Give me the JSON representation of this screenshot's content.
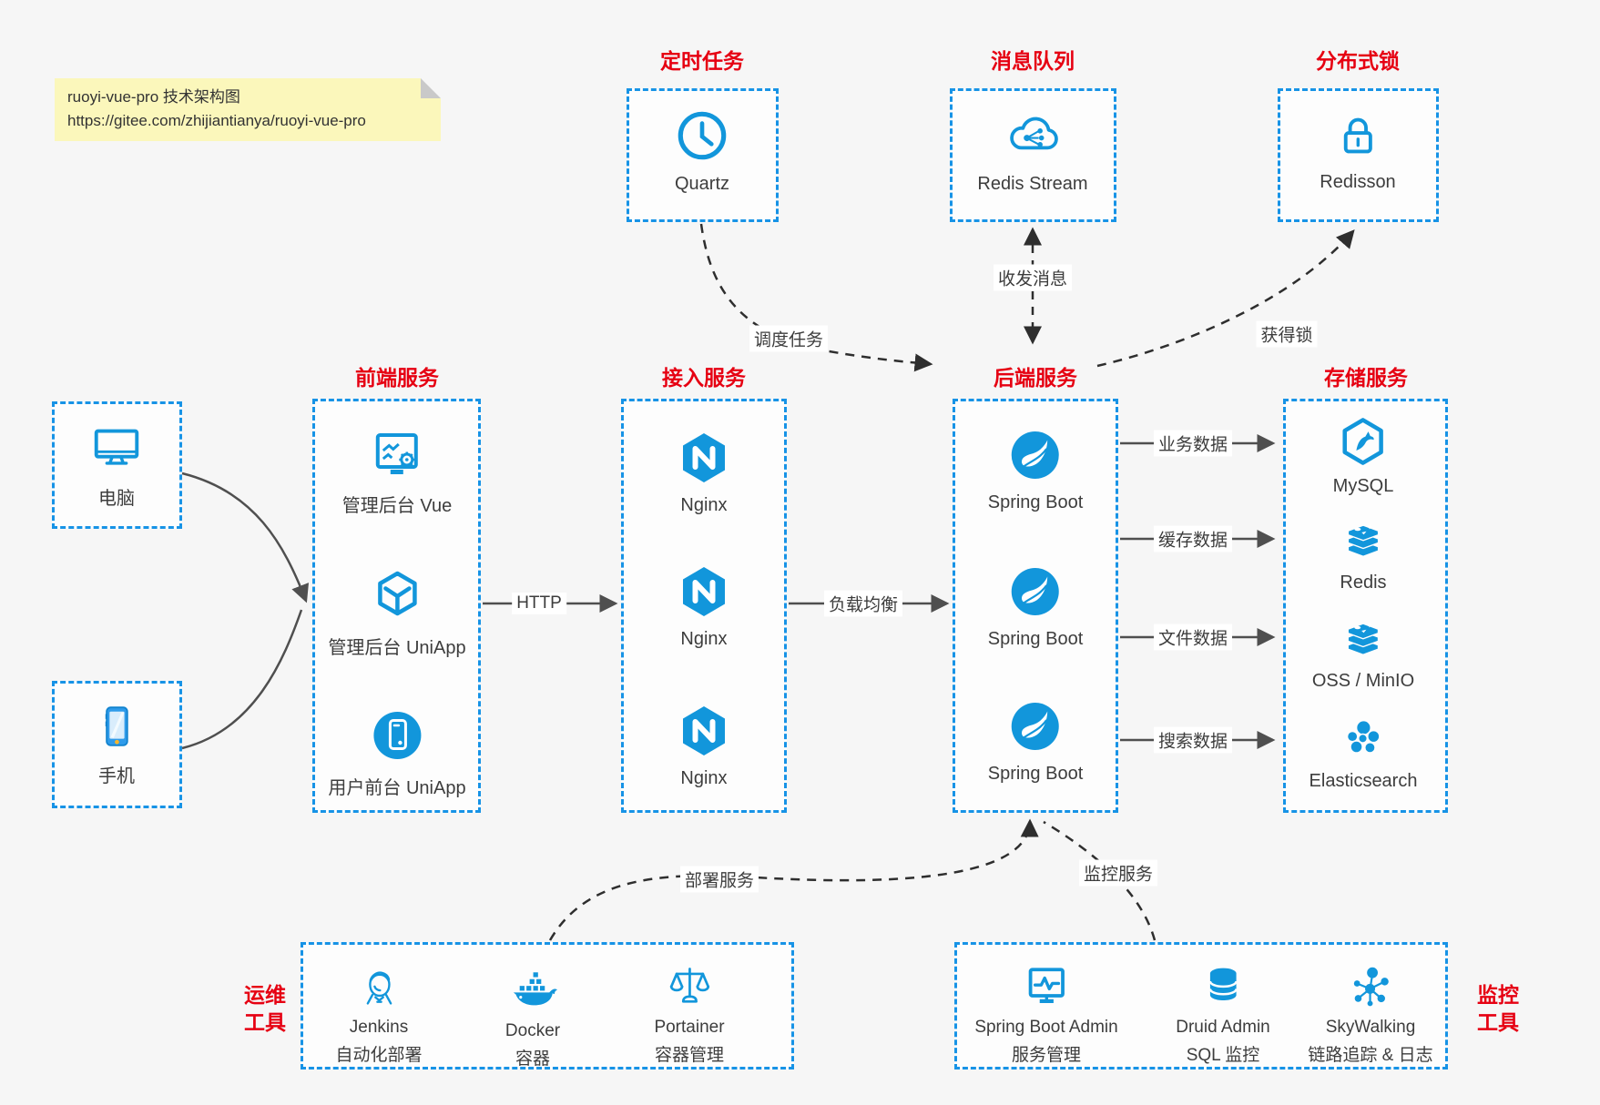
{
  "page": {
    "background": "#f6f6f6"
  },
  "colors": {
    "box_border_blue": "#1793e6",
    "icon_blue": "#1296db",
    "title_red": "#e60012",
    "solid_arrow": "#4f4f4f",
    "dashed_arrow": "#2e2e2e",
    "note_bg": "#fbf7bb",
    "text": "#3d3d3d",
    "phone_body": "#2f9bea",
    "phone_home_dot": "#f7b52c"
  },
  "note": {
    "line1": "ruoyi-vue-pro 技术架构图",
    "line2": "https://gitee.com/zhijiantianya/ruoyi-vue-pro"
  },
  "top_groups": [
    {
      "title": "定时任务",
      "node": {
        "label": "Quartz",
        "icon": "clock-icon"
      }
    },
    {
      "title": "消息队列",
      "node": {
        "label": "Redis Stream",
        "icon": "cloud-share-icon"
      }
    },
    {
      "title": "分布式锁",
      "node": {
        "label": "Redisson",
        "icon": "lock-icon"
      }
    }
  ],
  "clients": [
    {
      "label": "电脑",
      "icon": "desktop-icon"
    },
    {
      "label": "手机",
      "icon": "smartphone-icon"
    }
  ],
  "service_columns": [
    {
      "title": "前端服务",
      "items": [
        {
          "label": "管理后台 Vue",
          "icon": "admin-dashboard-icon"
        },
        {
          "label": "管理后台 UniApp",
          "icon": "cube-icon"
        },
        {
          "label": "用户前台 UniApp",
          "icon": "mobile-app-icon"
        }
      ]
    },
    {
      "title": "接入服务",
      "items": [
        {
          "label": "Nginx",
          "icon": "nginx-icon"
        },
        {
          "label": "Nginx",
          "icon": "nginx-icon"
        },
        {
          "label": "Nginx",
          "icon": "nginx-icon"
        }
      ]
    },
    {
      "title": "后端服务",
      "items": [
        {
          "label": "Spring Boot",
          "icon": "spring-boot-icon"
        },
        {
          "label": "Spring Boot",
          "icon": "spring-boot-icon"
        },
        {
          "label": "Spring Boot",
          "icon": "spring-boot-icon"
        }
      ]
    },
    {
      "title": "存储服务",
      "items": [
        {
          "label": "MySQL",
          "icon": "mysql-icon"
        },
        {
          "label": "Redis",
          "icon": "redis-icon"
        },
        {
          "label": "OSS / MinIO",
          "icon": "oss-minio-icon"
        },
        {
          "label": "Elasticsearch",
          "icon": "elasticsearch-icon"
        }
      ]
    }
  ],
  "edge_labels": {
    "http": "HTTP",
    "load_balance": "负载均衡",
    "schedule": "调度任务",
    "message": "收发消息",
    "lock": "获得锁",
    "business_data": "业务数据",
    "cache_data": "缓存数据",
    "file_data": "文件数据",
    "search_data": "搜索数据",
    "deploy": "部署服务",
    "monitor": "监控服务"
  },
  "bottom_groups": {
    "ops": {
      "title_lines": [
        "运维",
        "工具"
      ],
      "items": [
        {
          "name": "Jenkins",
          "desc": "自动化部署",
          "icon": "jenkins-icon"
        },
        {
          "name": "Docker",
          "desc": "容器",
          "icon": "docker-icon"
        },
        {
          "name": "Portainer",
          "desc": "容器管理",
          "icon": "portainer-icon"
        }
      ]
    },
    "monitoring": {
      "title_lines": [
        "监控",
        "工具"
      ],
      "items": [
        {
          "name": "Spring Boot Admin",
          "desc": "服务管理",
          "icon": "admin-monitor-icon"
        },
        {
          "name": "Druid Admin",
          "desc": "SQL 监控",
          "icon": "database-icon"
        },
        {
          "name": "SkyWalking",
          "desc": "链路追踪 & 日志",
          "icon": "skywalking-icon"
        }
      ]
    }
  }
}
